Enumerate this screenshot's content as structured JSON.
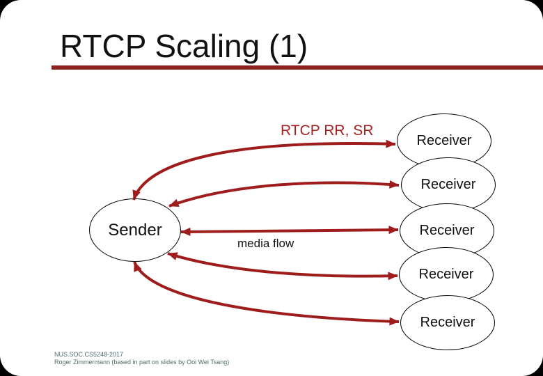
{
  "slide": {
    "title": "RTCP Scaling (1)",
    "footer_line1": "NUS.SOC.CS5248-2017",
    "footer_line2": "Roger Zimmermann (based in part on slides by Ooi Wei Tsang)"
  },
  "diagram": {
    "sender": {
      "label": "Sender"
    },
    "receivers": [
      {
        "label": "Receiver"
      },
      {
        "label": "Receiver"
      },
      {
        "label": "Receiver"
      },
      {
        "label": "Receiver"
      },
      {
        "label": "Receiver"
      }
    ],
    "rtcp_label": "RTCP RR, SR",
    "media_flow_label": "media flow",
    "arrow_style": "double-headed",
    "arrow_count": 5
  },
  "colors": {
    "arrow_red": "#9e1c1c",
    "label_red": "#a42222",
    "rule_red": "#8c2323",
    "footer_teal": "#4e6a6a",
    "text_black": "#111111",
    "background": "#000000",
    "slide_bg": "#ffffff"
  }
}
